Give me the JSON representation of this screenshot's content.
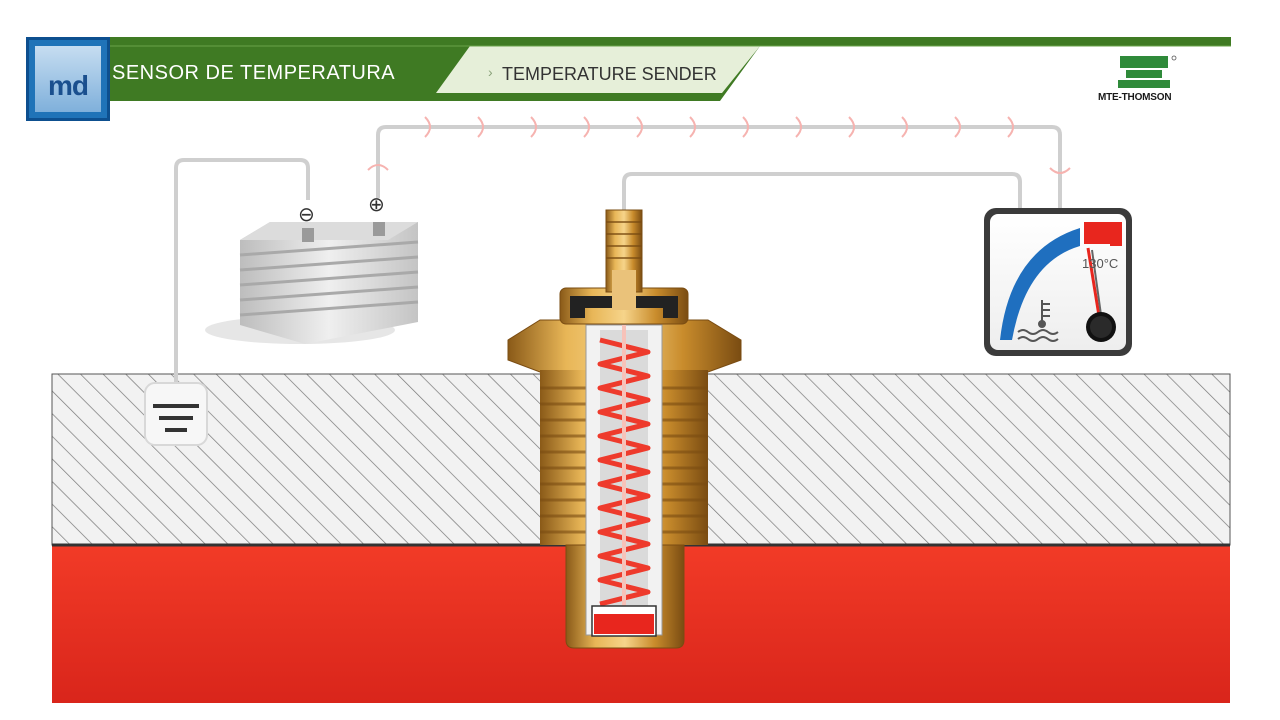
{
  "header": {
    "title_es": "SENSOR DE TEMPERATURA",
    "title_en": "TEMPERATURE SENDER",
    "logo_text": "md",
    "brand": "MTE-THOMSON"
  },
  "battery": {
    "negative_symbol": "⊖",
    "positive_symbol": "⊕"
  },
  "gauge": {
    "label": "130°C"
  },
  "icons": [
    "battery-icon",
    "ground-icon",
    "coolant-temperature-icon",
    "gauge-icon",
    "logo-icon"
  ],
  "colors": {
    "header_green": "#3f7a23",
    "header_light": "#e6efd9",
    "hot_red": "#e8261e",
    "brass": "#d49a3a",
    "gauge_blue": "#1f6fbf",
    "wire_gray": "#cfcfcf"
  }
}
